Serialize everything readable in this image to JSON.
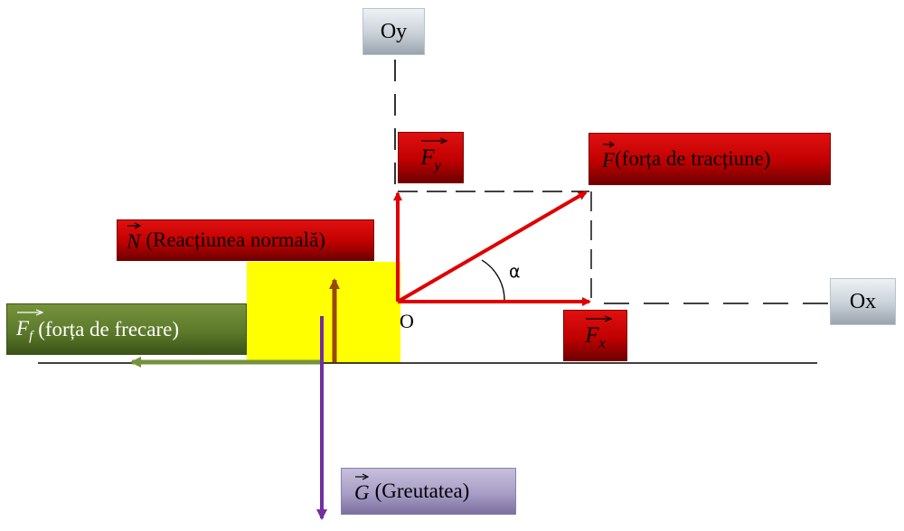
{
  "axes": {
    "oy_label": "Oy",
    "ox_label": "Ox",
    "origin_label": "O",
    "angle_label": "α"
  },
  "forces": {
    "F": {
      "symbol": "F",
      "text": "(forța de tracțiune)"
    },
    "Fy": {
      "symbol": "F",
      "subscript": "y"
    },
    "Fx": {
      "symbol": "F",
      "subscript": "x"
    },
    "N": {
      "symbol": "N",
      "text": "(Reacțiunea normală)"
    },
    "Ff": {
      "symbol": "F",
      "subscript": "f",
      "text": "(forța de frecare)"
    },
    "G": {
      "symbol": "G",
      "text": "(Greutatea)"
    }
  },
  "colors": {
    "red": "#e00000",
    "green": "#76923c",
    "violet": "#7030a0",
    "brown": "#984806",
    "block": "#ffff00"
  }
}
